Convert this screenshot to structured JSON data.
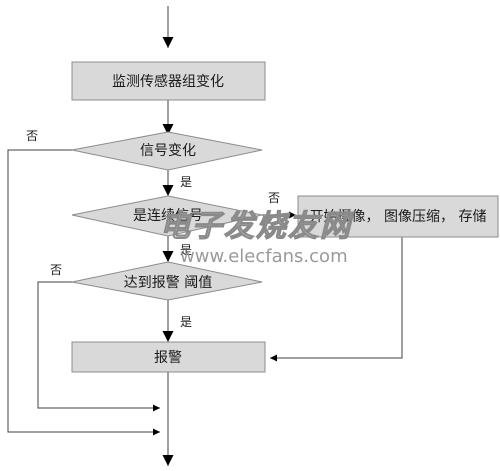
{
  "nodes": {
    "monitor": "监测传感器组变化",
    "signal_change": "信号变化",
    "continuous": "是连续信号",
    "threshold": "达到报警  阈值",
    "record": "开始摄像， 图像压缩， 存储",
    "alarm": "报警"
  },
  "branch_labels": {
    "yes1": "是",
    "no1": "否",
    "yes2": "是",
    "no2": "否",
    "no3": "否",
    "yes3": "是"
  },
  "watermark": {
    "cn": "电子发烧友网",
    "en": "www.elecfans.com"
  },
  "colors": {
    "box_fill": "#d9d9d9",
    "box_stroke": "#8c8c8c",
    "line": "#404040",
    "arrow": "#000000"
  }
}
